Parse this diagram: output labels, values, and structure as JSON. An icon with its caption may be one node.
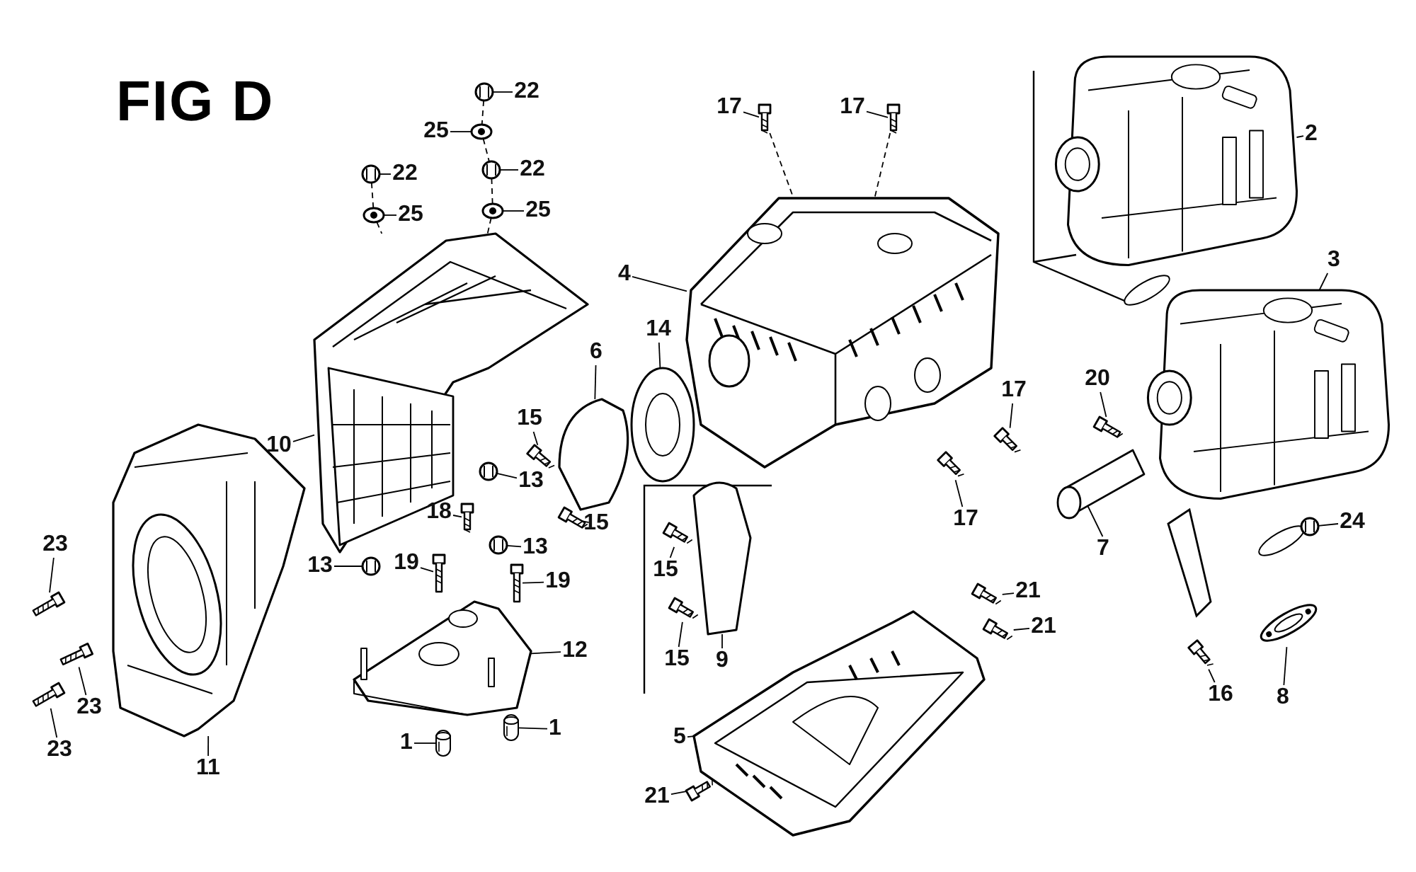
{
  "diagram": {
    "title": "FIG D",
    "nodes": [
      {
        "text": [
          "22"
        ]
      },
      {
        "text": [
          "25"
        ]
      },
      {
        "text": [
          "22"
        ]
      },
      {
        "text": [
          "22"
        ]
      },
      {
        "text": [
          "25"
        ]
      },
      {
        "text": [
          "25"
        ]
      },
      {
        "text": [
          "4"
        ]
      },
      {
        "text": [
          "17"
        ]
      },
      {
        "text": [
          "17"
        ]
      },
      {
        "text": [
          "2"
        ]
      },
      {
        "text": [
          "3"
        ]
      },
      {
        "text": [
          "14"
        ]
      },
      {
        "text": [
          "6"
        ]
      },
      {
        "text": [
          "15"
        ]
      },
      {
        "text": [
          "10"
        ]
      },
      {
        "text": [
          "13"
        ]
      },
      {
        "text": [
          "18"
        ]
      },
      {
        "text": [
          "15"
        ]
      },
      {
        "text": [
          "13"
        ]
      },
      {
        "text": [
          "19"
        ]
      },
      {
        "text": [
          "13"
        ]
      },
      {
        "text": [
          "19"
        ]
      },
      {
        "text": [
          "12"
        ]
      },
      {
        "text": [
          "23"
        ]
      },
      {
        "text": [
          "23"
        ]
      },
      {
        "text": [
          "23"
        ]
      },
      {
        "text": [
          "11"
        ]
      },
      {
        "text": [
          "1"
        ]
      },
      {
        "text": [
          "1"
        ]
      },
      {
        "text": [
          "17"
        ]
      },
      {
        "text": [
          "17"
        ]
      },
      {
        "text": [
          "20"
        ]
      },
      {
        "text": [
          "7"
        ]
      },
      {
        "text": [
          "24"
        ]
      },
      {
        "text": [
          "15"
        ]
      },
      {
        "text": [
          "15"
        ]
      },
      {
        "text": [
          "9"
        ]
      },
      {
        "text": [
          "16"
        ]
      },
      {
        "text": [
          "8"
        ]
      },
      {
        "text": [
          "21"
        ]
      },
      {
        "text": [
          "21"
        ]
      },
      {
        "text": [
          "5"
        ]
      },
      {
        "text": [
          "21"
        ]
      },
      {
        "text": [],
        "shape": "picture"
      },
      {
        "text": [],
        "shape": "picture"
      },
      {
        "text": [],
        "shape": "picture"
      },
      {
        "text": [],
        "shape": "picture"
      },
      {
        "text": [],
        "shape": "picture"
      },
      {
        "text": [],
        "shape": "picture"
      },
      {
        "text": [],
        "shape": "picture"
      },
      {
        "text": [],
        "shape": "picture"
      },
      {
        "text": [],
        "shape": "picture"
      },
      {
        "text": [],
        "shape": "picture"
      },
      {
        "text": [],
        "shape": "picture"
      },
      {
        "text": [],
        "shape": "picture"
      },
      {
        "text": [],
        "shape": "picture"
      },
      {
        "text": [],
        "shape": "picture"
      },
      {
        "text": [],
        "shape": "picture"
      },
      {
        "text": [],
        "shape": "picture"
      },
      {
        "text": [],
        "shape": "picture"
      },
      {
        "text": [],
        "shape": "picture"
      },
      {
        "text": [],
        "shape": "picture"
      },
      {
        "text": [],
        "shape": "picture"
      },
      {
        "text": [],
        "shape": "picture"
      },
      {
        "text": [],
        "shape": "picture"
      },
      {
        "text": [],
        "shape": "picture"
      },
      {
        "text": [],
        "shape": "picture"
      },
      {
        "text": [],
        "shape": "picture"
      },
      {
        "text": [],
        "shape": "picture"
      },
      {
        "text": [],
        "shape": "picture"
      },
      {
        "text": [],
        "shape": "picture"
      },
      {
        "text": [],
        "shape": "picture"
      },
      {
        "text": [],
        "shape": "picture"
      },
      {
        "text": [],
        "shape": "picture"
      },
      {
        "text": [],
        "shape": "picture"
      },
      {
        "text": [],
        "shape": "picture"
      },
      {
        "text": [],
        "shape": "picture"
      },
      {
        "text": [],
        "shape": "picture"
      },
      {
        "text": [],
        "shape": "picture"
      },
      {
        "text": [],
        "shape": "picture"
      },
      {
        "text": [],
        "shape": "picture"
      },
      {
        "text": [],
        "shape": "picture"
      },
      {
        "text": [],
        "shape": "picture"
      },
      {
        "text": [],
        "shape": "picture"
      },
      {
        "text": [],
        "shape": "picture"
      },
      {
        "text": [],
        "shape": "picture"
      }
    ],
    "edges": [
      {
        "from": 0,
        "to": 43,
        "arrow": "none"
      },
      {
        "from": 1,
        "to": 44,
        "arrow": "none"
      },
      {
        "from": 2,
        "to": 45,
        "arrow": "none"
      },
      {
        "from": 3,
        "to": 46,
        "arrow": "none"
      },
      {
        "from": 4,
        "to": 47,
        "arrow": "none"
      },
      {
        "from": 5,
        "to": 48,
        "arrow": "none"
      },
      {
        "from": 6,
        "to": 49,
        "arrow": "none"
      },
      {
        "from": 7,
        "to": 50,
        "arrow": "none"
      },
      {
        "from": 8,
        "to": 51,
        "arrow": "none"
      },
      {
        "from": 9,
        "to": 52,
        "arrow": "none"
      },
      {
        "from": 10,
        "to": 53,
        "arrow": "none"
      },
      {
        "from": 11,
        "to": 54,
        "arrow": "none"
      },
      {
        "from": 12,
        "to": 55,
        "arrow": "none"
      },
      {
        "from": 13,
        "to": 56,
        "arrow": "none"
      },
      {
        "from": 14,
        "to": 57,
        "arrow": "none"
      },
      {
        "from": 15,
        "to": 58,
        "arrow": "none"
      },
      {
        "from": 16,
        "to": 59,
        "arrow": "none"
      },
      {
        "from": 17,
        "to": 60,
        "arrow": "none"
      },
      {
        "from": 18,
        "to": 61,
        "arrow": "none"
      },
      {
        "from": 19,
        "to": 62,
        "arrow": "none"
      },
      {
        "from": 20,
        "to": 63,
        "arrow": "none"
      },
      {
        "from": 21,
        "to": 64,
        "arrow": "none"
      },
      {
        "from": 22,
        "to": 65,
        "arrow": "none"
      },
      {
        "from": 23,
        "to": 66,
        "arrow": "none"
      },
      {
        "from": 24,
        "to": 67,
        "arrow": "none"
      },
      {
        "from": 25,
        "to": 68,
        "arrow": "none"
      },
      {
        "from": 26,
        "to": 69,
        "arrow": "none"
      },
      {
        "from": 27,
        "to": 70,
        "arrow": "none"
      },
      {
        "from": 28,
        "to": 71,
        "arrow": "none"
      },
      {
        "from": 29,
        "to": 72,
        "arrow": "none"
      },
      {
        "from": 30,
        "to": 73,
        "arrow": "none"
      },
      {
        "from": 31,
        "to": 74,
        "arrow": "none"
      },
      {
        "from": 32,
        "to": 75,
        "arrow": "none"
      },
      {
        "from": 33,
        "to": 76,
        "arrow": "none"
      },
      {
        "from": 34,
        "to": 77,
        "arrow": "none"
      },
      {
        "from": 35,
        "to": 78,
        "arrow": "none"
      },
      {
        "from": 36,
        "to": 79,
        "arrow": "none"
      },
      {
        "from": 37,
        "to": 80,
        "arrow": "none"
      },
      {
        "from": 38,
        "to": 81,
        "arrow": "none"
      },
      {
        "from": 39,
        "to": 82,
        "arrow": "none"
      },
      {
        "from": 40,
        "to": 83,
        "arrow": "none"
      },
      {
        "from": 41,
        "to": 84,
        "arrow": "none"
      },
      {
        "from": 42,
        "to": 85,
        "arrow": "none"
      },
      {
        "from": 43,
        "to": 44,
        "arrow": "none",
        "style": "dashed"
      },
      {
        "from": 44,
        "to": 46,
        "arrow": "none",
        "style": "dashed"
      },
      {
        "from": 46,
        "to": 48,
        "arrow": "none",
        "style": "dashed"
      },
      {
        "from": 48,
        "to": 57,
        "arrow": "none",
        "style": "dashed"
      },
      {
        "from": 45,
        "to": 47,
        "arrow": "none",
        "style": "dashed"
      },
      {
        "from": 47,
        "to": 57,
        "arrow": "none",
        "style": "dashed"
      },
      {
        "from": 50,
        "to": 49,
        "arrow": "none",
        "style": "dashed"
      },
      {
        "from": 51,
        "to": 49,
        "arrow": "none",
        "style": "dashed"
      }
    ]
  }
}
